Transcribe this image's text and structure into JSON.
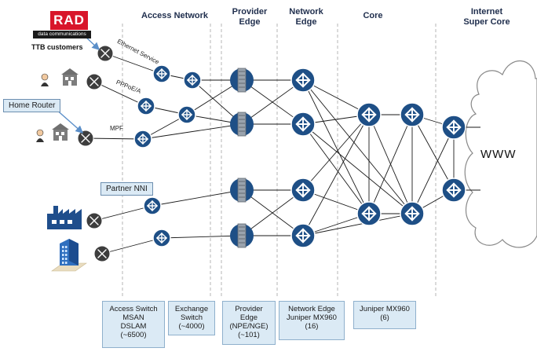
{
  "columns": {
    "access": "Access Network",
    "provider": "Provider\nEdge",
    "network": "Network\nEdge",
    "core": "Core",
    "internet": "Internet\nSuper Core"
  },
  "logo": {
    "text": "RAD",
    "subtitle": "data communications"
  },
  "labels": {
    "ttb": "TTB customers",
    "ethernet": "Ethernet Service",
    "pppoe": "PPPoE/A",
    "mpf": "MPF",
    "home_router": "Home Router",
    "partner_nni": "Partner NNI",
    "www": "WWW"
  },
  "footer_boxes": [
    "Access Switch\nMSAN\nDSLAM\n(~6500)",
    "Exchange\nSwitch\n(~4000)",
    "Provider\nEdge\n(NPE/NGE)\n(~101)",
    "Network Edge\nJuniper MX960\n(16)",
    "Juniper MX960\n(6)"
  ],
  "colors": {
    "router_fill": "#1e4f86",
    "node_grey": "#3d3d3d",
    "box_fill": "#dbeaf5",
    "header_text": "#1f2e4d",
    "callout_arrow": "#5b8fc9"
  }
}
